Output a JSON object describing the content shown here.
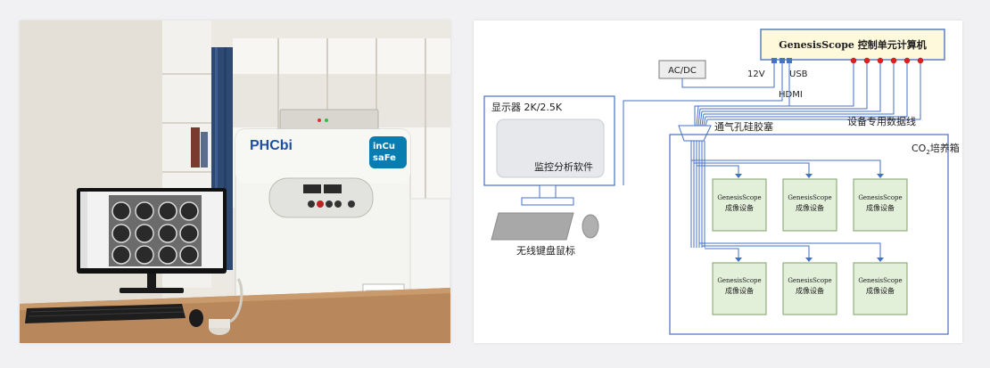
{
  "photo": {
    "brand_logo": "PHCbi",
    "badge_line1": "inCu",
    "badge_line2": "saFe",
    "colors": {
      "wall": "#efece6",
      "curtain": "#2e4a72",
      "incubator": "#f4f4f1",
      "desk": "#b8885c"
    }
  },
  "diagram": {
    "control_unit": "GenesisScope 控制单元计算机",
    "power_box": "AC/DC",
    "port_12v": "12V",
    "port_usb": "USB",
    "port_hdmi": "HDMI",
    "monitor_title": "显示器 2K/2.5K",
    "monitor_software": "监控分析软件",
    "keyboard_label": "无线键盘鼠标",
    "grommet_label": "通气孔硅胶塞",
    "data_cable_label": "设备专用数据线",
    "incubator_label_prefix": "CO",
    "incubator_label_sub": "2",
    "incubator_label_suffix": "培养箱",
    "devices": [
      {
        "name": "GenesisScope",
        "type": "成像设备"
      },
      {
        "name": "GenesisScope",
        "type": "成像设备"
      },
      {
        "name": "GenesisScope",
        "type": "成像设备"
      },
      {
        "name": "GenesisScope",
        "type": "成像设备"
      },
      {
        "name": "GenesisScope",
        "type": "成像设备"
      },
      {
        "name": "GenesisScope",
        "type": "成像设备"
      }
    ],
    "colors": {
      "line": "#4472c4",
      "control_fill": "#fff9dc",
      "control_border": "#5b7fc0",
      "device_fill": "#e2efd9",
      "device_border": "#7f9f6a",
      "monitor_screen": "#e6e8ec",
      "connector_red": "#e02020"
    }
  }
}
